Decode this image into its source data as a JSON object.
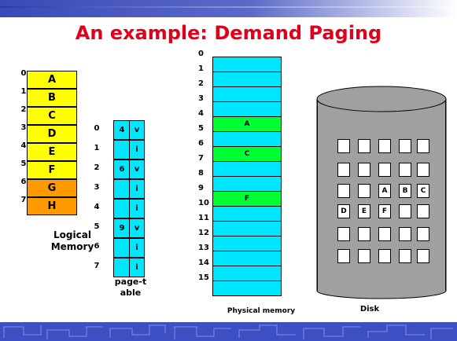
{
  "title": "An example: Demand Paging",
  "logical_memory": {
    "caption": "Logical Memory",
    "entries": [
      {
        "index": "0",
        "page": "A",
        "color": "#ffff00"
      },
      {
        "index": "1",
        "page": "B",
        "color": "#ffff00"
      },
      {
        "index": "2",
        "page": "C",
        "color": "#ffff00"
      },
      {
        "index": "3",
        "page": "D",
        "color": "#ffff00"
      },
      {
        "index": "4",
        "page": "E",
        "color": "#ffff00"
      },
      {
        "index": "5",
        "page": "F",
        "color": "#ffff00"
      },
      {
        "index": "6",
        "page": "G",
        "color": "#ff9900"
      },
      {
        "index": "7",
        "page": "H",
        "color": "#ff9900"
      }
    ]
  },
  "page_table": {
    "caption": "page-table",
    "color": "#00e6ff",
    "entries": [
      {
        "index": "0",
        "frame": "4",
        "bit": "v"
      },
      {
        "index": "1",
        "frame": "",
        "bit": "i"
      },
      {
        "index": "2",
        "frame": "6",
        "bit": "v"
      },
      {
        "index": "3",
        "frame": "",
        "bit": "i"
      },
      {
        "index": "4",
        "frame": "",
        "bit": "i"
      },
      {
        "index": "5",
        "frame": "9",
        "bit": "v"
      },
      {
        "index": "6",
        "frame": "",
        "bit": "i"
      },
      {
        "index": "7",
        "frame": "",
        "bit": "i"
      }
    ]
  },
  "physical_memory": {
    "caption": "Physical memory",
    "default_color": "#00e6ff",
    "loaded_color": "#00ff33",
    "frames": [
      {
        "index": "0",
        "content": ""
      },
      {
        "index": "1",
        "content": ""
      },
      {
        "index": "2",
        "content": ""
      },
      {
        "index": "3",
        "content": ""
      },
      {
        "index": "4",
        "content": "A"
      },
      {
        "index": "5",
        "content": ""
      },
      {
        "index": "6",
        "content": "C"
      },
      {
        "index": "7",
        "content": ""
      },
      {
        "index": "8",
        "content": ""
      },
      {
        "index": "9",
        "content": "F"
      },
      {
        "index": "10",
        "content": ""
      },
      {
        "index": "11",
        "content": ""
      },
      {
        "index": "12",
        "content": ""
      },
      {
        "index": "13",
        "content": ""
      },
      {
        "index": "14",
        "content": ""
      },
      {
        "index": "15",
        "content": ""
      }
    ]
  },
  "disk": {
    "caption": "Disk",
    "body_color": "#a0a0a0",
    "rows": [
      [
        "",
        "",
        "",
        "",
        ""
      ],
      [
        "",
        "",
        "",
        "",
        ""
      ],
      [
        "",
        "",
        "A",
        "B",
        "C"
      ],
      [
        "D",
        "E",
        "F",
        "",
        ""
      ],
      [
        "",
        "",
        "",
        "",
        ""
      ],
      [
        "",
        "",
        "",
        "",
        ""
      ]
    ]
  }
}
